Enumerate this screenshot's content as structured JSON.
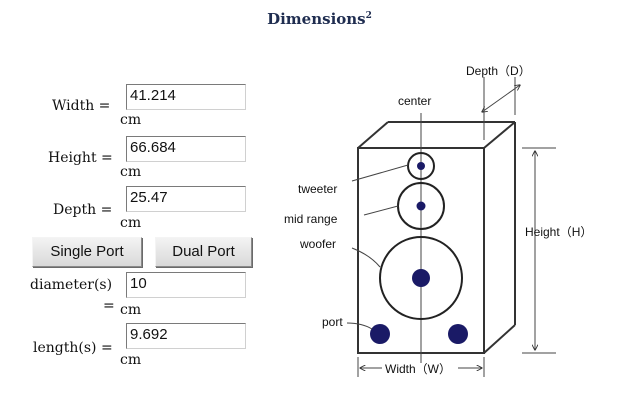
{
  "title": {
    "text": "Dimensions",
    "superscript": "2"
  },
  "form": {
    "width": {
      "label": "Width =",
      "value": "41.214",
      "unit": "cm"
    },
    "height": {
      "label": "Height =",
      "value": "66.684",
      "unit": "cm"
    },
    "depth": {
      "label": "Depth =",
      "value": "25.47",
      "unit": "cm"
    },
    "buttons": {
      "single_port": "Single Port",
      "dual_port": "Dual Port"
    },
    "diameter": {
      "label": "diameter(s)",
      "value": "10",
      "eq": "=",
      "unit": "cm"
    },
    "length": {
      "label": "length(s) =",
      "value": "9.692",
      "unit": "cm"
    }
  },
  "diagram": {
    "depth_label": "Depth（D）",
    "center_label": "center",
    "tweeter_label": "tweeter",
    "midrange_label": "mid range",
    "woofer_label": "woofer",
    "port_label": "port",
    "height_label": "Height（H）",
    "width_label": "Width（W）"
  }
}
